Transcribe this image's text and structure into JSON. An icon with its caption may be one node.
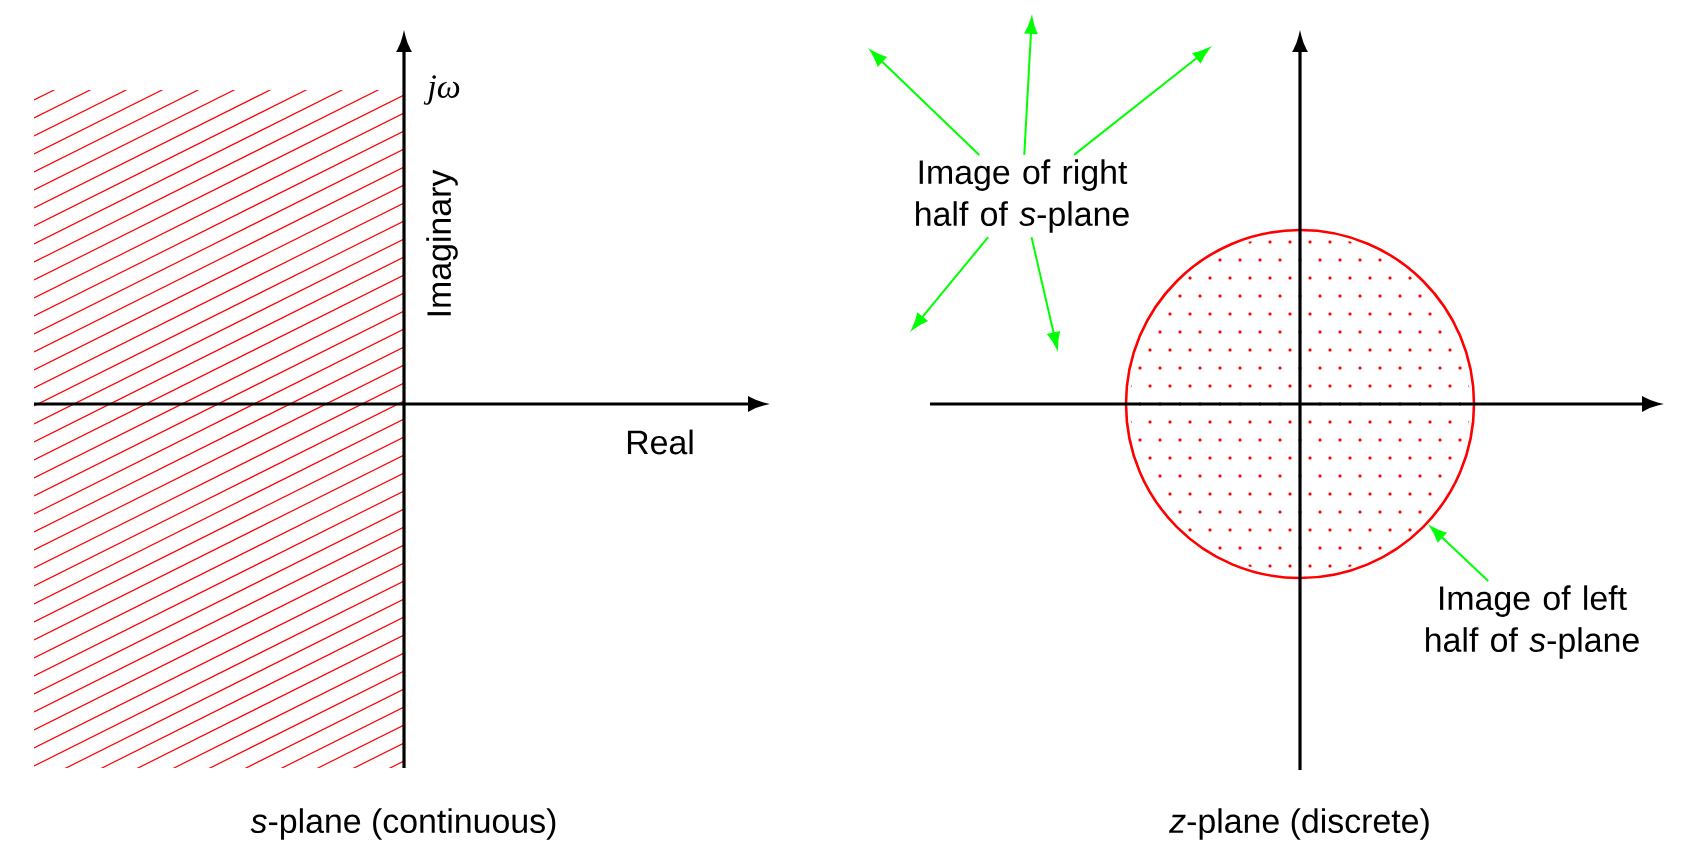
{
  "diagram": {
    "nodes": [
      {
        "text": [
          "Image of right half of *s*-plane"
        ]
      },
      {
        "text": [
          "Image of left half of *s*-plane"
        ]
      },
      {
        "text": [],
        "shape": "circle"
      }
    ],
    "edges": [
      {
        "from": 0,
        "to": null,
        "arrow": "to"
      },
      {
        "from": 0,
        "to": null,
        "arrow": "to"
      },
      {
        "from": 0,
        "to": null,
        "arrow": "to"
      },
      {
        "from": 0,
        "to": null,
        "arrow": "to"
      },
      {
        "from": 0,
        "to": null,
        "arrow": "to"
      },
      {
        "from": 1,
        "to": 2,
        "arrow": "to"
      }
    ],
    "labels": [
      "jω",
      "Imaginary",
      "Real",
      "*s*-plane (continuous)",
      "*z*-plane (discrete)"
    ]
  }
}
